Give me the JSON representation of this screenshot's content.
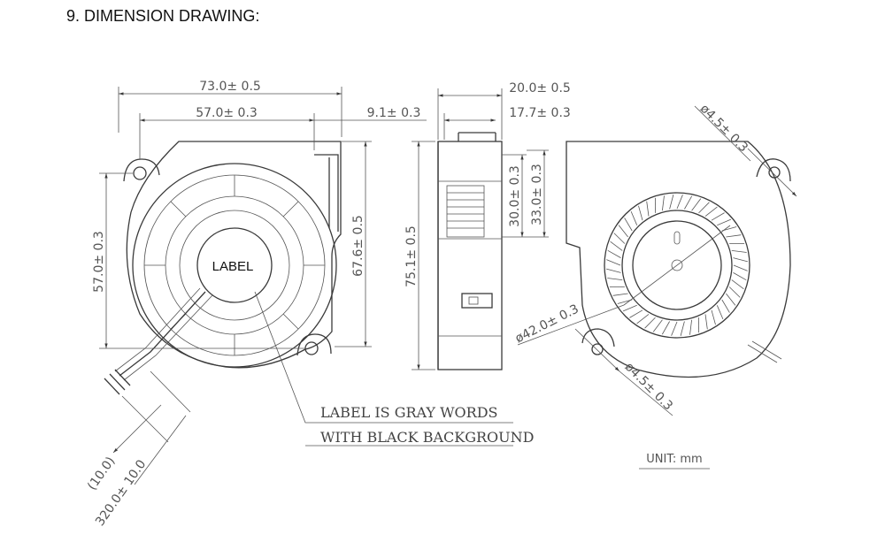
{
  "heading": "9. DIMENSION DRAWING:",
  "label_text": "LABEL",
  "notes": {
    "line1": "LABEL IS GRAY WORDS",
    "line2": "WITH BLACK BACKGROUND"
  },
  "unit": "UNIT: mm",
  "dimensions": {
    "overall_width": "73.0± 0.5",
    "inner_width": "57.0± 0.3",
    "outlet_offset": "9.1± 0.3",
    "left_height": "57.0± 0.3",
    "right_height": "67.6± 0.5",
    "side_depth": "20.0± 0.5",
    "side_inner_depth": "17.7± 0.3",
    "side_height": "75.1± 0.5",
    "hub_30": "30.0± 0.3",
    "hub_33": "33.0± 0.3",
    "hole_top": "ø4.5± 0.3",
    "hole_bottom": "ø4.5± 0.3",
    "impeller_dia": "ø42.0± 0.3",
    "lead_strip": "(10.0)",
    "lead_length": "320.0± 10.0"
  }
}
